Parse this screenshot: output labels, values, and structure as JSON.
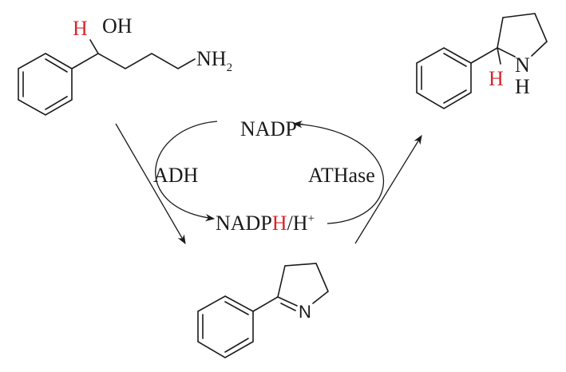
{
  "reactant": {
    "h_label": "H",
    "oh_label": "OH",
    "amine_label": "NH",
    "amine_sub": "2"
  },
  "product": {
    "h_label": "H",
    "n_label": "N",
    "nh_label": "H"
  },
  "intermediate": {
    "n_label": "N"
  },
  "cofactors": {
    "oxidized": "NADP",
    "oxidized_sup": "+",
    "reduced_prefix": "NADP",
    "reduced_h": "H",
    "reduced_suffix": "/H",
    "reduced_sup": "+"
  },
  "enzymes": {
    "left": "ADH",
    "right": "ATHase"
  },
  "colors": {
    "highlight": "#d7262d",
    "ink": "#1a1a1a"
  }
}
